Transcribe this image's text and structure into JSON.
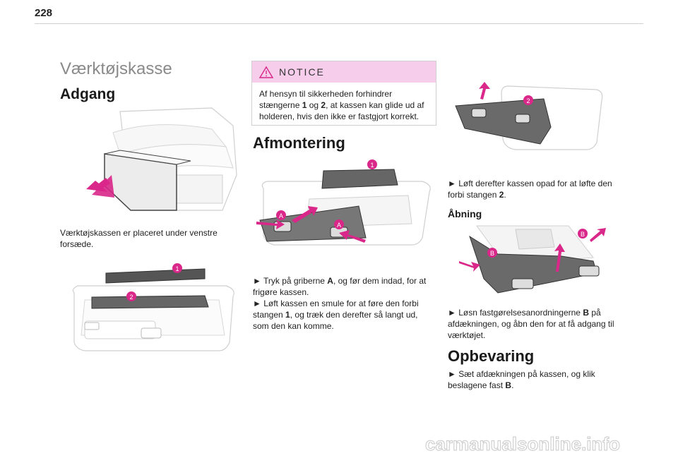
{
  "page": {
    "number": "228"
  },
  "title": "Værktøjskasse",
  "left": {
    "heading": "Adgang",
    "caption": "Værktøjskassen er placeret under venstre forsæde.",
    "fig2_callouts": [
      "1",
      "2"
    ]
  },
  "notice": {
    "label": "NOTICE",
    "text_before_1": "Af hensyn til sikkerheden forhindrer stængerne ",
    "bold_1": "1",
    "text_mid": " og ",
    "bold_2": "2",
    "text_after": ", at kassen kan glide ud af holderen, hvis den ikke er fastgjort korrekt."
  },
  "middle": {
    "heading": "Afmontering",
    "fig_callouts": [
      "1",
      "A",
      "A"
    ],
    "step1_before": "► Tryk på griberne ",
    "step1_bold": "A",
    "step1_after": ", og før dem indad, for at frigøre kassen.",
    "step2_before": "► Løft kassen en smule for at føre den forbi stangen ",
    "step2_bold": "1",
    "step2_after": ", og træk den derefter så langt ud, som den kan komme."
  },
  "right": {
    "fig1_callout": "2",
    "step3_before": "► Løft derefter kassen opad for at løfte den forbi stangen ",
    "step3_bold": "2",
    "step3_after": ".",
    "subheading": "Åbning",
    "fig2_callouts": [
      "B",
      "B"
    ],
    "step4_before": "► Løsn fastgørelsesanordningerne ",
    "step4_bold": "B",
    "step4_after": " på afdækningen, og åbn den for at få adgang til værktøjet.",
    "heading2": "Opbevaring",
    "step5_before": "► Sæt afdækningen på kassen, og klik beslagene fast ",
    "step5_bold": "B",
    "step5_after": "."
  },
  "colors": {
    "accent": "#d9278a",
    "notice_bg": "#f6cdea",
    "title_gray": "#8a8a8a"
  },
  "watermark": "carmanualsonline.info"
}
